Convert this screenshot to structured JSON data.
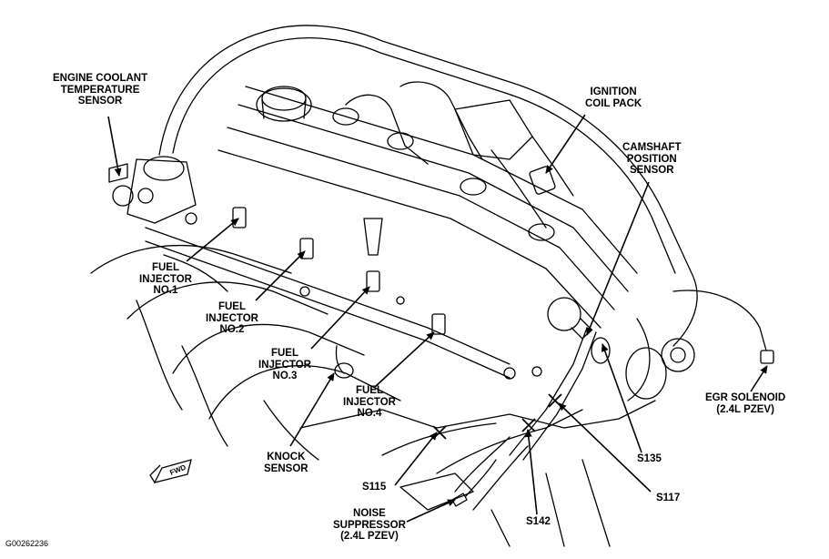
{
  "figure_id": "G00262236",
  "fwd_badge": "FWD",
  "labels": {
    "ect": [
      "ENGINE COOLANT",
      "TEMPERATURE",
      "SENSOR"
    ],
    "coil": [
      "IGNITION",
      "COIL PACK"
    ],
    "cam": [
      "CAMSHAFT",
      "POSITION",
      "SENSOR"
    ],
    "inj1": [
      "FUEL",
      "INJECTOR",
      "NO.1"
    ],
    "inj2": [
      "FUEL",
      "INJECTOR",
      "NO.2"
    ],
    "inj3": [
      "FUEL",
      "INJECTOR",
      "NO.3"
    ],
    "inj4": [
      "FUEL",
      "INJECTOR",
      "NO.4"
    ],
    "egr": [
      "EGR SOLENOID",
      "(2.4L PZEV)"
    ],
    "knock": [
      "KNOCK",
      "SENSOR"
    ],
    "s135": "S135",
    "s117": "S117",
    "s115": "S115",
    "s142": "S142",
    "noise": [
      "NOISE",
      "SUPPRESSOR",
      "(2.4L PZEV)"
    ]
  }
}
